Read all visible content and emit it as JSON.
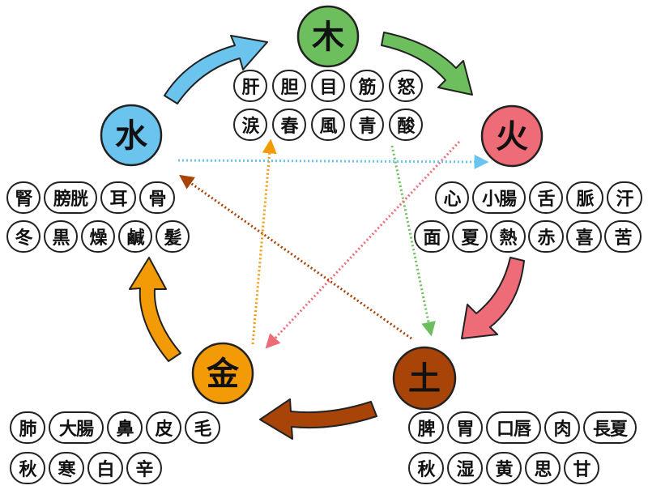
{
  "elements": {
    "wood": {
      "label": "木",
      "color": "#6dbf5e"
    },
    "fire": {
      "label": "火",
      "color": "#ee6b78"
    },
    "earth": {
      "label": "土",
      "color": "#a84408"
    },
    "metal": {
      "label": "金",
      "color": "#f39a07"
    },
    "water": {
      "label": "水",
      "color": "#6bc4ee"
    }
  },
  "associations": {
    "wood": {
      "row1": [
        "肝",
        "胆",
        "目",
        "筋",
        "怒"
      ],
      "row2": [
        "涙",
        "春",
        "風",
        "青",
        "酸"
      ]
    },
    "fire": {
      "row1": [
        "心",
        "小腸",
        "舌",
        "脈",
        "汗"
      ],
      "row2": [
        "面",
        "夏",
        "熱",
        "赤",
        "喜",
        "苦"
      ]
    },
    "earth": {
      "row1": [
        "脾",
        "胃",
        "口唇",
        "肉",
        "長夏"
      ],
      "row2": [
        "秋",
        "湿",
        "黄",
        "思",
        "甘"
      ]
    },
    "metal": {
      "row1": [
        "肺",
        "大腸",
        "鼻",
        "皮",
        "毛"
      ],
      "row2": [
        "秋",
        "寒",
        "白",
        "辛"
      ]
    },
    "water": {
      "row1": [
        "腎",
        "膀胱",
        "耳",
        "骨"
      ],
      "row2": [
        "冬",
        "黒",
        "燥",
        "鹹",
        "髪"
      ]
    }
  },
  "arrow_colors": {
    "wood": "#6dbf5e",
    "fire": "#ee6b78",
    "earth": "#a84408",
    "metal": "#f39a07",
    "water": "#6bc4ee"
  }
}
